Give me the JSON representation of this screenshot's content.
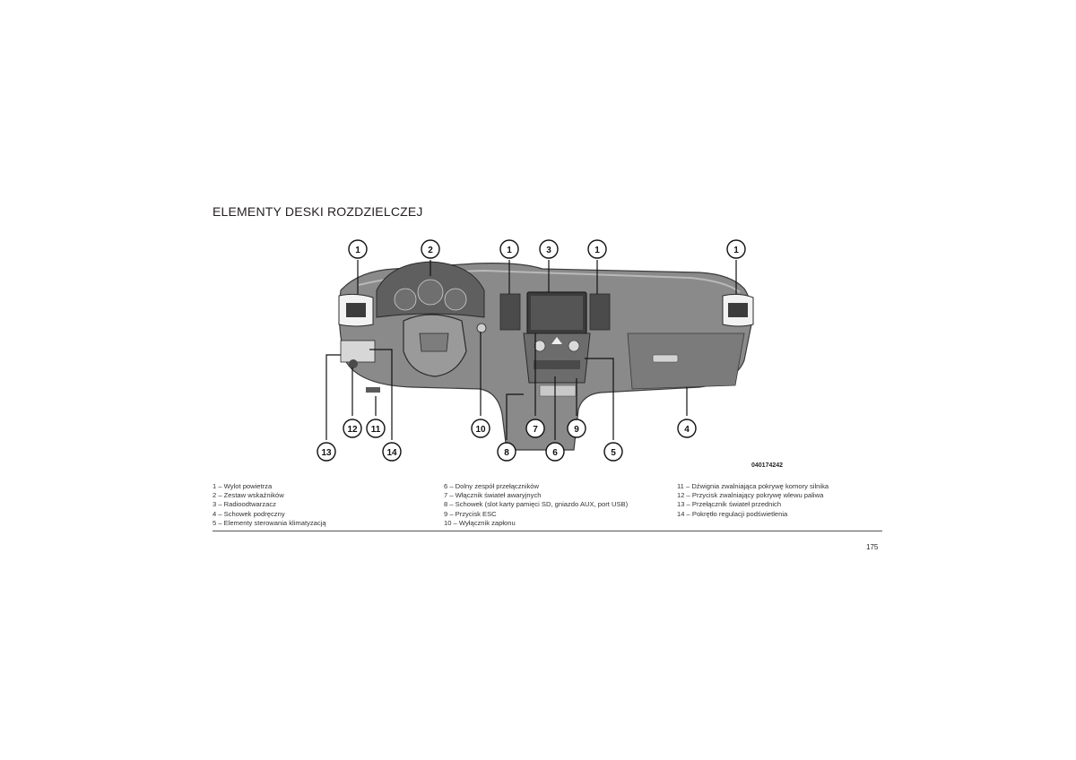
{
  "title": "ELEMENTY DESKI ROZDZIELCZEJ",
  "figure": {
    "code": "040174242",
    "callouts_top": [
      "1",
      "2",
      "1",
      "3",
      "1",
      "1"
    ],
    "callouts_bottom": [
      "12",
      "11",
      "10",
      "7",
      "9",
      "4",
      "13",
      "14",
      "8",
      "6",
      "5"
    ]
  },
  "legend": {
    "col1": [
      "1 – Wylot powietrza",
      "2 – Zestaw wskaźników",
      "3 – Radioodtwarzacz",
      "4 – Schowek podręczny",
      "5 – Elementy sterowania klimatyzacją"
    ],
    "col2": [
      "6 – Dolny zespół przełączników",
      "7 – Włącznik świateł awaryjnych",
      "8 – Schowek (slot karty pamięci SD, gniazdo AUX, port USB)",
      "9 – Przycisk ESC",
      "10 – Wyłącznik zapłonu"
    ],
    "col3": [
      "11 – Dźwignia zwalniająca pokrywę komory silnika",
      "12 – Przycisk zwalniający pokrywę wlewu paliwa",
      "13 – Przełącznik świateł przednich",
      "14 – Pokrętło regulacji podświetlenia"
    ]
  },
  "page_number": "175"
}
